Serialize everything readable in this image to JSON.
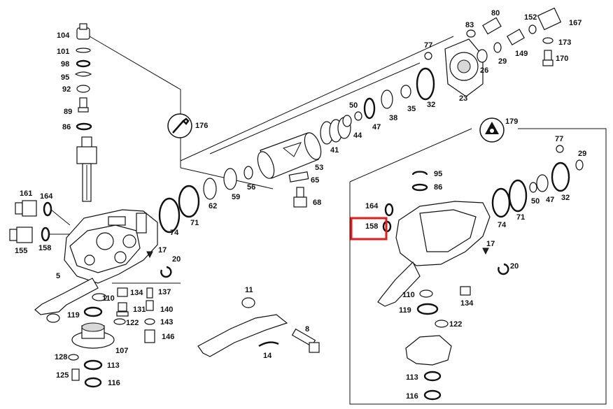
{
  "callouts": {
    "p104": "104",
    "p101": "101",
    "p98": "98",
    "p95a": "95",
    "p92": "92",
    "p89": "89",
    "p86a": "86",
    "p176": "176",
    "p179": "179",
    "p80": "80",
    "p83": "83",
    "p152": "152",
    "p167": "167",
    "p173": "173",
    "p149": "149",
    "p170": "170",
    "p77a": "77",
    "p26": "26",
    "p29a": "29",
    "p23": "23",
    "p32a": "32",
    "p35": "35",
    "p38": "38",
    "p50a": "50",
    "p44": "44",
    "p47a": "47",
    "p41": "41",
    "p53": "53",
    "p65": "65",
    "p68": "68",
    "p56": "56",
    "p59": "59",
    "p62": "62",
    "p71a": "71",
    "p74a": "74",
    "p161": "161",
    "p164a": "164",
    "p155": "155",
    "p158a": "158",
    "p5": "5",
    "p17a": "17",
    "p20a": "20",
    "p134a": "134",
    "p137": "137",
    "p110a": "110",
    "p131": "131",
    "p140": "140",
    "p119a": "119",
    "p122a": "122",
    "p143": "143",
    "p146": "146",
    "p107": "107",
    "p128": "128",
    "p113a": "113",
    "p125": "125",
    "p116a": "116",
    "p11": "11",
    "p8": "8",
    "p14": "14",
    "p95b": "95",
    "p86b": "86",
    "p164b": "164",
    "p158b": "158",
    "p77b": "77",
    "p29b": "29",
    "p32b": "32",
    "p47b": "47",
    "p50b": "50",
    "p71b": "71",
    "p74b": "74",
    "p17b": "17",
    "p20b": "20",
    "p110b": "110",
    "p134b": "134",
    "p119b": "119",
    "p122b": "122",
    "p113b": "113",
    "p116b": "116"
  },
  "highlight_color": "#e41b1b"
}
